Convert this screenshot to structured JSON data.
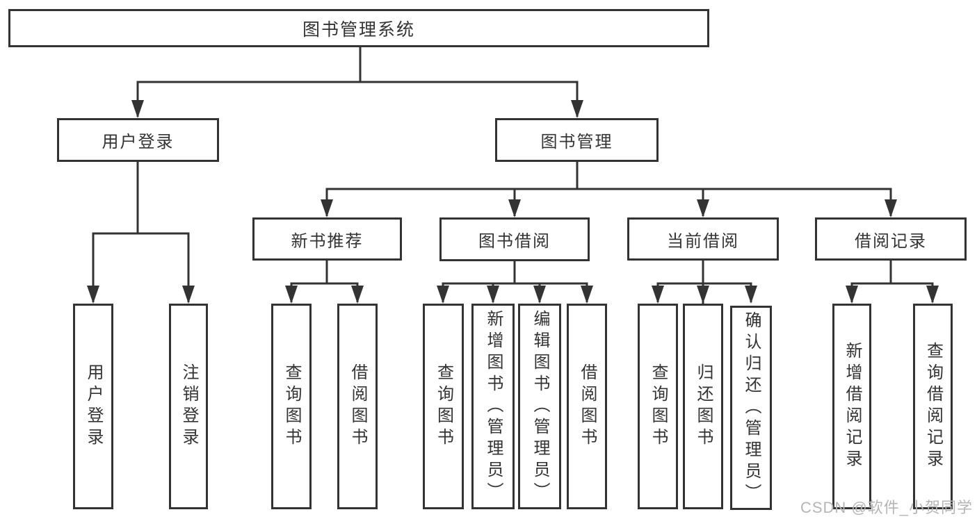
{
  "diagram_title": "图书管理系统",
  "nodes": {
    "root": "图书管理系统",
    "user_login": "用户登录",
    "book_mgmt": "图书管理",
    "new_book_rec": "新书推荐",
    "book_borrow": "图书借阅",
    "current_borrow": "当前借阅",
    "borrow_record": "借阅记录",
    "leaf_user_login": "用户登录",
    "leaf_logout": "注销登录",
    "leaf_query_book_a": "查询图书",
    "leaf_borrow_book_a": "借阅图书",
    "leaf_query_book_b": "查询图书",
    "leaf_add_book_admin": "新增图书（管理员）",
    "leaf_edit_book_admin": "编辑图书（管理员）",
    "leaf_borrow_book_b": "借阅图书",
    "leaf_query_book_c": "查询图书",
    "leaf_return_book": "归还图书",
    "leaf_confirm_return_admin": "确认归还（管理员）",
    "leaf_add_borrow_record": "新增借阅记录",
    "leaf_query_borrow_record": "查询借阅记录"
  },
  "tree": {
    "label": "图书管理系统",
    "children": [
      {
        "label": "用户登录",
        "children": [
          {
            "label": "用户登录"
          },
          {
            "label": "注销登录"
          }
        ]
      },
      {
        "label": "图书管理",
        "children": [
          {
            "label": "新书推荐",
            "children": [
              {
                "label": "查询图书"
              },
              {
                "label": "借阅图书"
              }
            ]
          },
          {
            "label": "图书借阅",
            "children": [
              {
                "label": "查询图书"
              },
              {
                "label": "新增图书（管理员）"
              },
              {
                "label": "编辑图书（管理员）"
              },
              {
                "label": "借阅图书"
              }
            ]
          },
          {
            "label": "当前借阅",
            "children": [
              {
                "label": "查询图书"
              },
              {
                "label": "归还图书"
              },
              {
                "label": "确认归还（管理员）"
              }
            ]
          },
          {
            "label": "借阅记录",
            "children": [
              {
                "label": "新增借阅记录"
              },
              {
                "label": "查询借阅记录"
              }
            ]
          }
        ]
      }
    ]
  },
  "watermark": "CSDN @软件_小贺同学",
  "colors": {
    "line": "#333333",
    "text": "#333333",
    "box_background": "#ffffff",
    "page_background": "#ffffff",
    "watermark": "#b5b5b5"
  }
}
